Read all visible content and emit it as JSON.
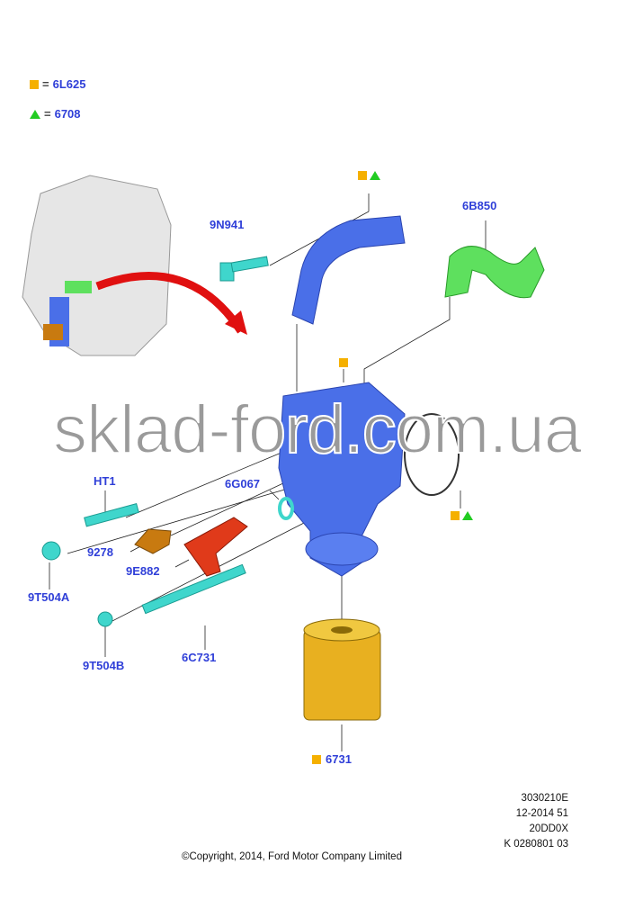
{
  "legend": [
    {
      "symbol": "square",
      "color": "#f5b000",
      "equals": "=",
      "code": "6L625"
    },
    {
      "symbol": "triangle",
      "color": "#22cc22",
      "equals": "=",
      "code": "6708"
    }
  ],
  "parts": {
    "p9N941": "9N941",
    "p6B850": "6B850",
    "pHT1": "HT1",
    "p6G067": "6G067",
    "p9278": "9278",
    "p9E882": "9E882",
    "p9T504A": "9T504A",
    "p9T504B": "9T504B",
    "p6C731": "6C731",
    "p6731": "6731"
  },
  "reference": {
    "line1": "3030210E",
    "line2": "12-2014 51",
    "line3": "20DD0X",
    "line4": "K 0280801 03"
  },
  "copyright": "©Copyright, 2014, Ford Motor Company Limited",
  "watermark": "sklad-ford.com.ua",
  "colors": {
    "label": "#2f3fd8",
    "blue_part": "#4a6fe8",
    "green_part": "#5ee05e",
    "cyan_part": "#3fd6cc",
    "orange_part": "#c87a10",
    "red_part": "#e03a1a",
    "filter": "#e8b020"
  }
}
